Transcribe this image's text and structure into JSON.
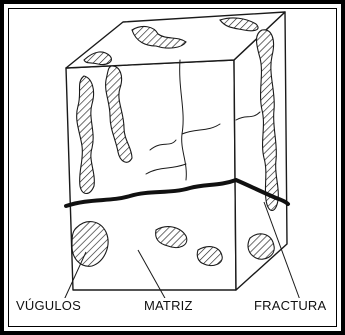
{
  "labels": {
    "vugs": "VÚGULOS",
    "matrix": "MATRIZ",
    "fracture": "FRACTURA"
  },
  "colors": {
    "outer_frame": "#000000",
    "inner_frame": "#000000",
    "line": "#1a1a1a",
    "fill_paper": "#ffffff",
    "fracture": "#111111"
  }
}
